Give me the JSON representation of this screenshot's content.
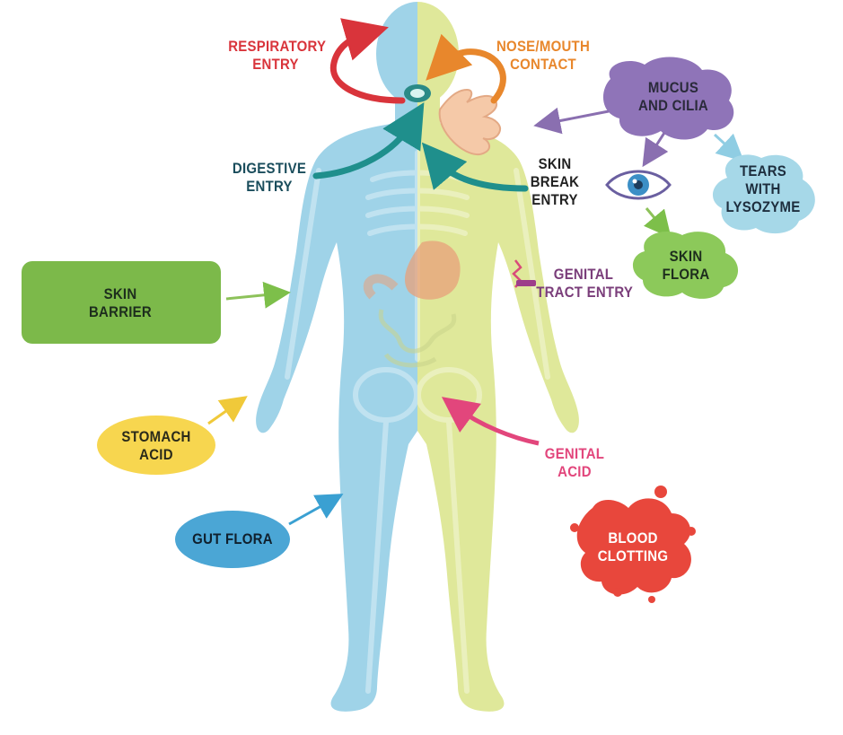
{
  "entry_labels": {
    "respiratory": [
      "RESPIRATORY",
      "ENTRY"
    ],
    "nose_mouth": [
      "NOSE/MOUTH",
      "CONTACT"
    ],
    "digestive": [
      "DIGESTIVE",
      "ENTRY"
    ],
    "skin_break": [
      "SKIN",
      "BREAK",
      "ENTRY"
    ],
    "genital_tract": [
      "GENITAL",
      "TRACT ENTRY"
    ]
  },
  "defense_labels": {
    "mucus_cilia": [
      "MUCUS",
      "AND CILIA"
    ],
    "tears": [
      "TEARS",
      "WITH",
      "LYSOZYME"
    ],
    "skin_flora": [
      "SKIN",
      "FLORA"
    ],
    "skin_barrier": [
      "SKIN",
      "BARRIER"
    ],
    "stomach_acid": [
      "STOMACH",
      "ACID"
    ],
    "gut_flora": [
      "GUT FLORA"
    ],
    "genital_acid": [
      "GENITAL",
      "ACID"
    ],
    "blood_clotting": [
      "BLOOD",
      "CLOTTING"
    ]
  },
  "colors": {
    "body_left": "#9fd3e8",
    "body_right": "#dfe89a",
    "respiratory": "#d9343b",
    "nose_mouth": "#e8872c",
    "teal": "#1f8f8c",
    "purple": "#8a6fb0",
    "light_blue": "#9fd3e4",
    "green": "#7dbf4a",
    "yellow": "#f6d54e",
    "blue": "#4aa7d6",
    "pink": "#e2467c",
    "red": "#e64a3e",
    "genital_tract": "#7a3d7a"
  }
}
